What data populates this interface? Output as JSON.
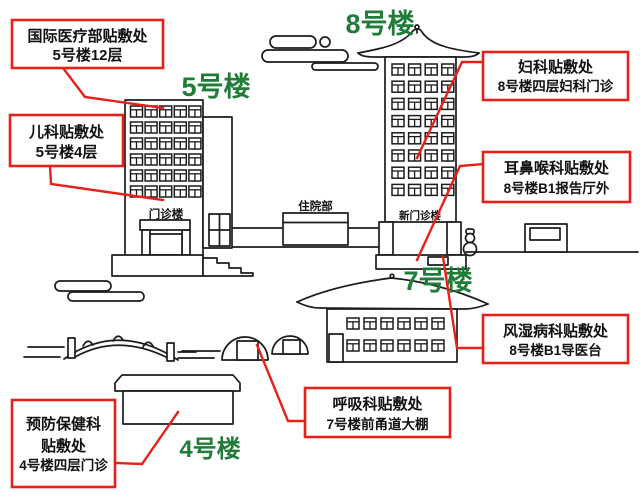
{
  "labels": {
    "building5": "5号楼",
    "building8": "8号楼",
    "building7": "7号楼",
    "building4": "4号楼"
  },
  "signs": {
    "outpatient": "门诊楼",
    "inpatient": "住院部",
    "new_outpatient": "新门诊楼"
  },
  "callouts": {
    "intl_medical": {
      "line1": "国际医疗部贴敷处",
      "line2": "5号楼12层"
    },
    "pediatrics": {
      "line1": "儿科贴敷处",
      "line2": "5号楼4层"
    },
    "gynecology": {
      "line1": "妇科贴敷处",
      "line2": "8号楼四层妇科门诊"
    },
    "ent": {
      "line1": "耳鼻喉科贴敷处",
      "line2": "8号楼B1报告厅外"
    },
    "rheumatology": {
      "line1": "风湿病科贴敷处",
      "line2": "8号楼B1导医台"
    },
    "respiratory": {
      "line1": "呼吸科贴敷处",
      "line2": "7号楼前甬道大棚"
    },
    "preventive": {
      "line1": "预防保健科",
      "line2": "贴敷处",
      "line3": "4号楼四层门诊"
    }
  },
  "colors": {
    "annotation_red": "#e8201a",
    "label_green": "#1f7d38",
    "ink": "#1c1c1c",
    "background": "#ffffff"
  }
}
